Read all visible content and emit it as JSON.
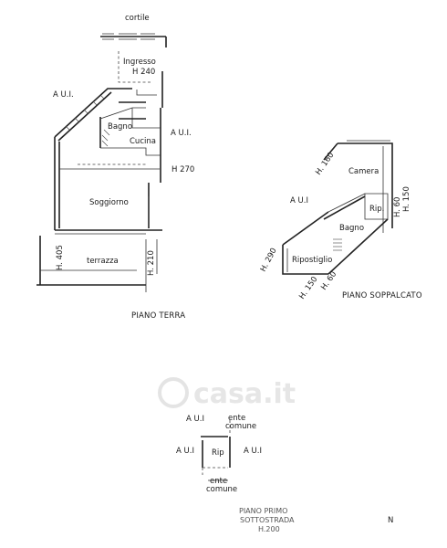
{
  "watermark": "casa.it",
  "north": "N",
  "ground_floor": {
    "title": "PIANO TERRA",
    "cortile": "cortile",
    "ingresso": "Ingresso",
    "h240": "H 240",
    "aui_left": "A U.I.",
    "bagno": "Bagno",
    "cucina": "Cucina",
    "aui_right": "A U.I.",
    "h270": "H 270",
    "soggiorno": "Soggiorno",
    "terrazza": "terrazza",
    "h405": "H. 405",
    "h210": "H. 210"
  },
  "mezzanine": {
    "title": "PIANO SOPPALCATO",
    "h160": "H. 160",
    "camera": "Camera",
    "aui": "A U.I",
    "h150_right": "H. 150",
    "h60_right": "H. 60",
    "rip": "Rip.",
    "bagno": "Bagno",
    "h290": "H. 290",
    "ripostiglio": "Ripostiglio",
    "h150_bottom": "H. 150",
    "h60_bottom": "H. 60"
  },
  "basement": {
    "title_line1": "PIANO PRIMO",
    "title_line2": "SOTTOSTRADA",
    "height": "H.200",
    "aui_top": "A U.I",
    "ente_top_1": "ente",
    "ente_top_2": "comune",
    "aui_left": "A U.I",
    "aui_right": "A U.I",
    "rip": "Rip",
    "ente_bottom_1": "ente",
    "ente_bottom_2": "comune"
  }
}
